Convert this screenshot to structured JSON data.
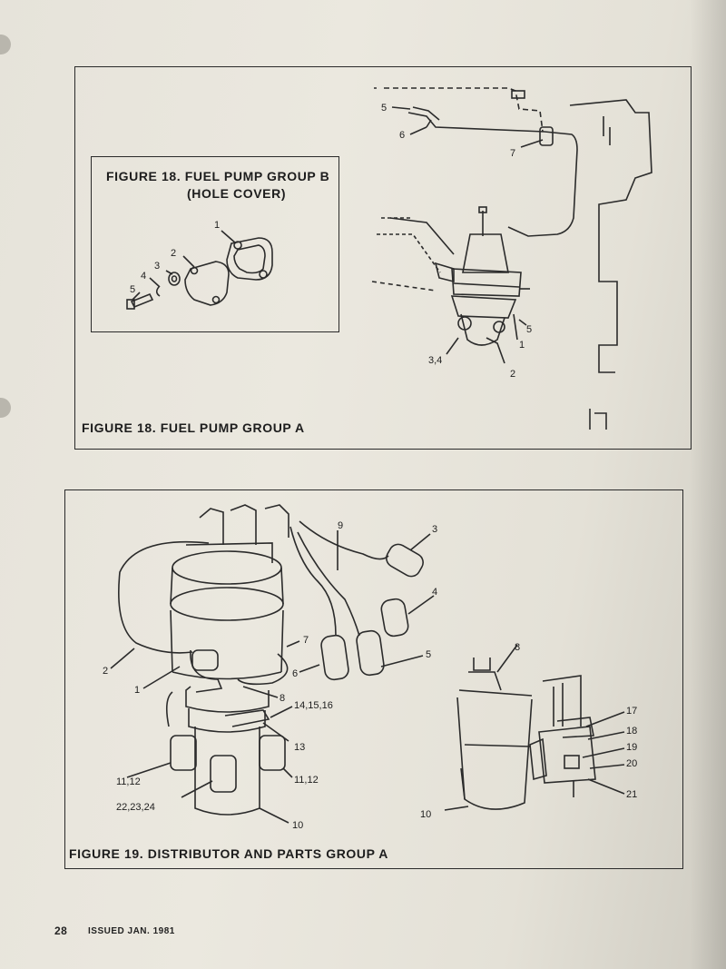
{
  "figures": {
    "pump_b": {
      "caption_line1": "FIGURE 18.  FUEL PUMP GROUP B",
      "caption_line2": "(HOLE COVER)",
      "labels": [
        "1",
        "2",
        "3",
        "4",
        "5"
      ]
    },
    "pump_a": {
      "caption": "FIGURE 18.  FUEL PUMP GROUP A",
      "labels": [
        "5",
        "6",
        "7",
        "5",
        "1",
        "3,4",
        "2"
      ]
    },
    "distributor_a": {
      "caption": "FIGURE 19.  DISTRIBUTOR AND PARTS GROUP A",
      "labels": [
        "9",
        "3",
        "4",
        "7",
        "2",
        "1",
        "6",
        "5",
        "8",
        "14,15,16",
        "13",
        "11,12",
        "11,12",
        "22,23,24",
        "10",
        "8",
        "17",
        "18",
        "19",
        "20",
        "21",
        "10"
      ]
    }
  },
  "footer": {
    "page_number": "28",
    "issued": "ISSUED  JAN.  1981"
  }
}
